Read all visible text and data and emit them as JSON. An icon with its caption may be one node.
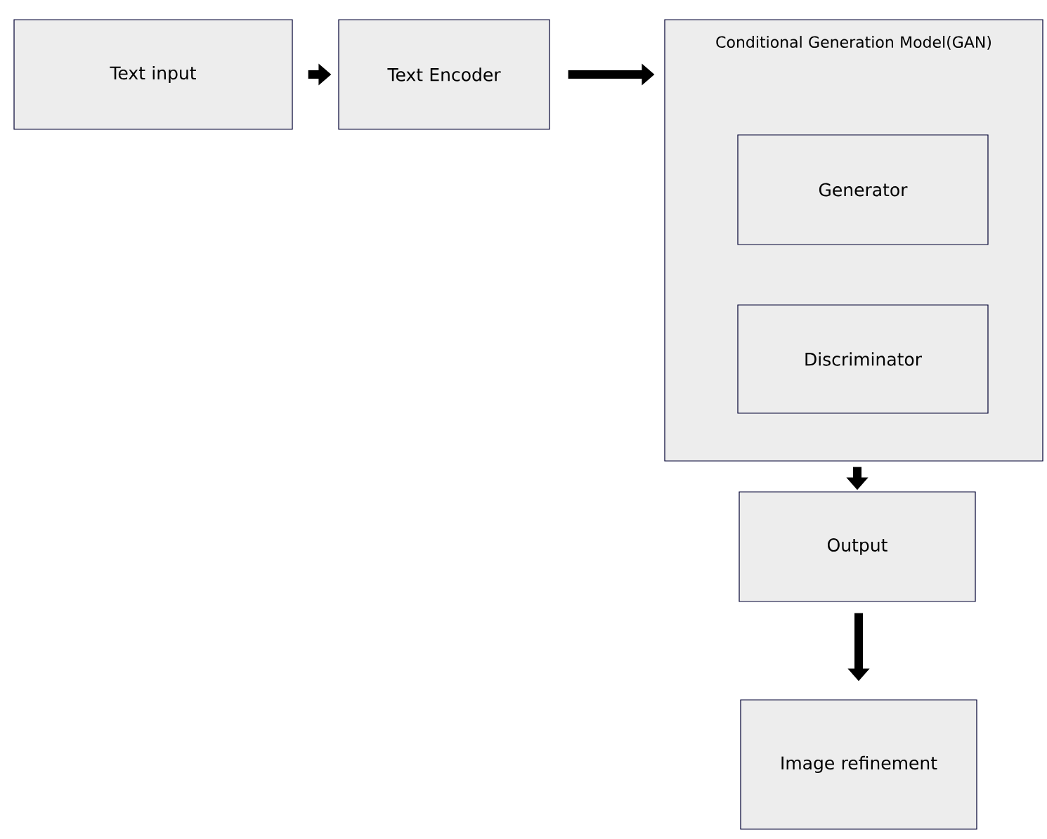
{
  "diagram": {
    "nodes": [
      {
        "text": [
          "Text input"
        ]
      },
      {
        "text": [
          "Text Encoder"
        ]
      },
      {
        "text": [
          "Conditional Generation Model(GAN)"
        ]
      },
      {
        "text": [
          "Generator"
        ],
        "in": 2
      },
      {
        "text": [
          "Discriminator"
        ],
        "in": 2
      },
      {
        "text": [
          "Output"
        ]
      },
      {
        "text": [
          "Image refinement"
        ]
      }
    ],
    "edges": [
      {
        "from": 0,
        "to": 1,
        "arrow": "to"
      },
      {
        "from": 1,
        "to": 2,
        "arrow": "to"
      },
      {
        "from": 2,
        "to": 5,
        "arrow": "to"
      },
      {
        "from": 5,
        "to": 6,
        "arrow": "to"
      }
    ]
  }
}
